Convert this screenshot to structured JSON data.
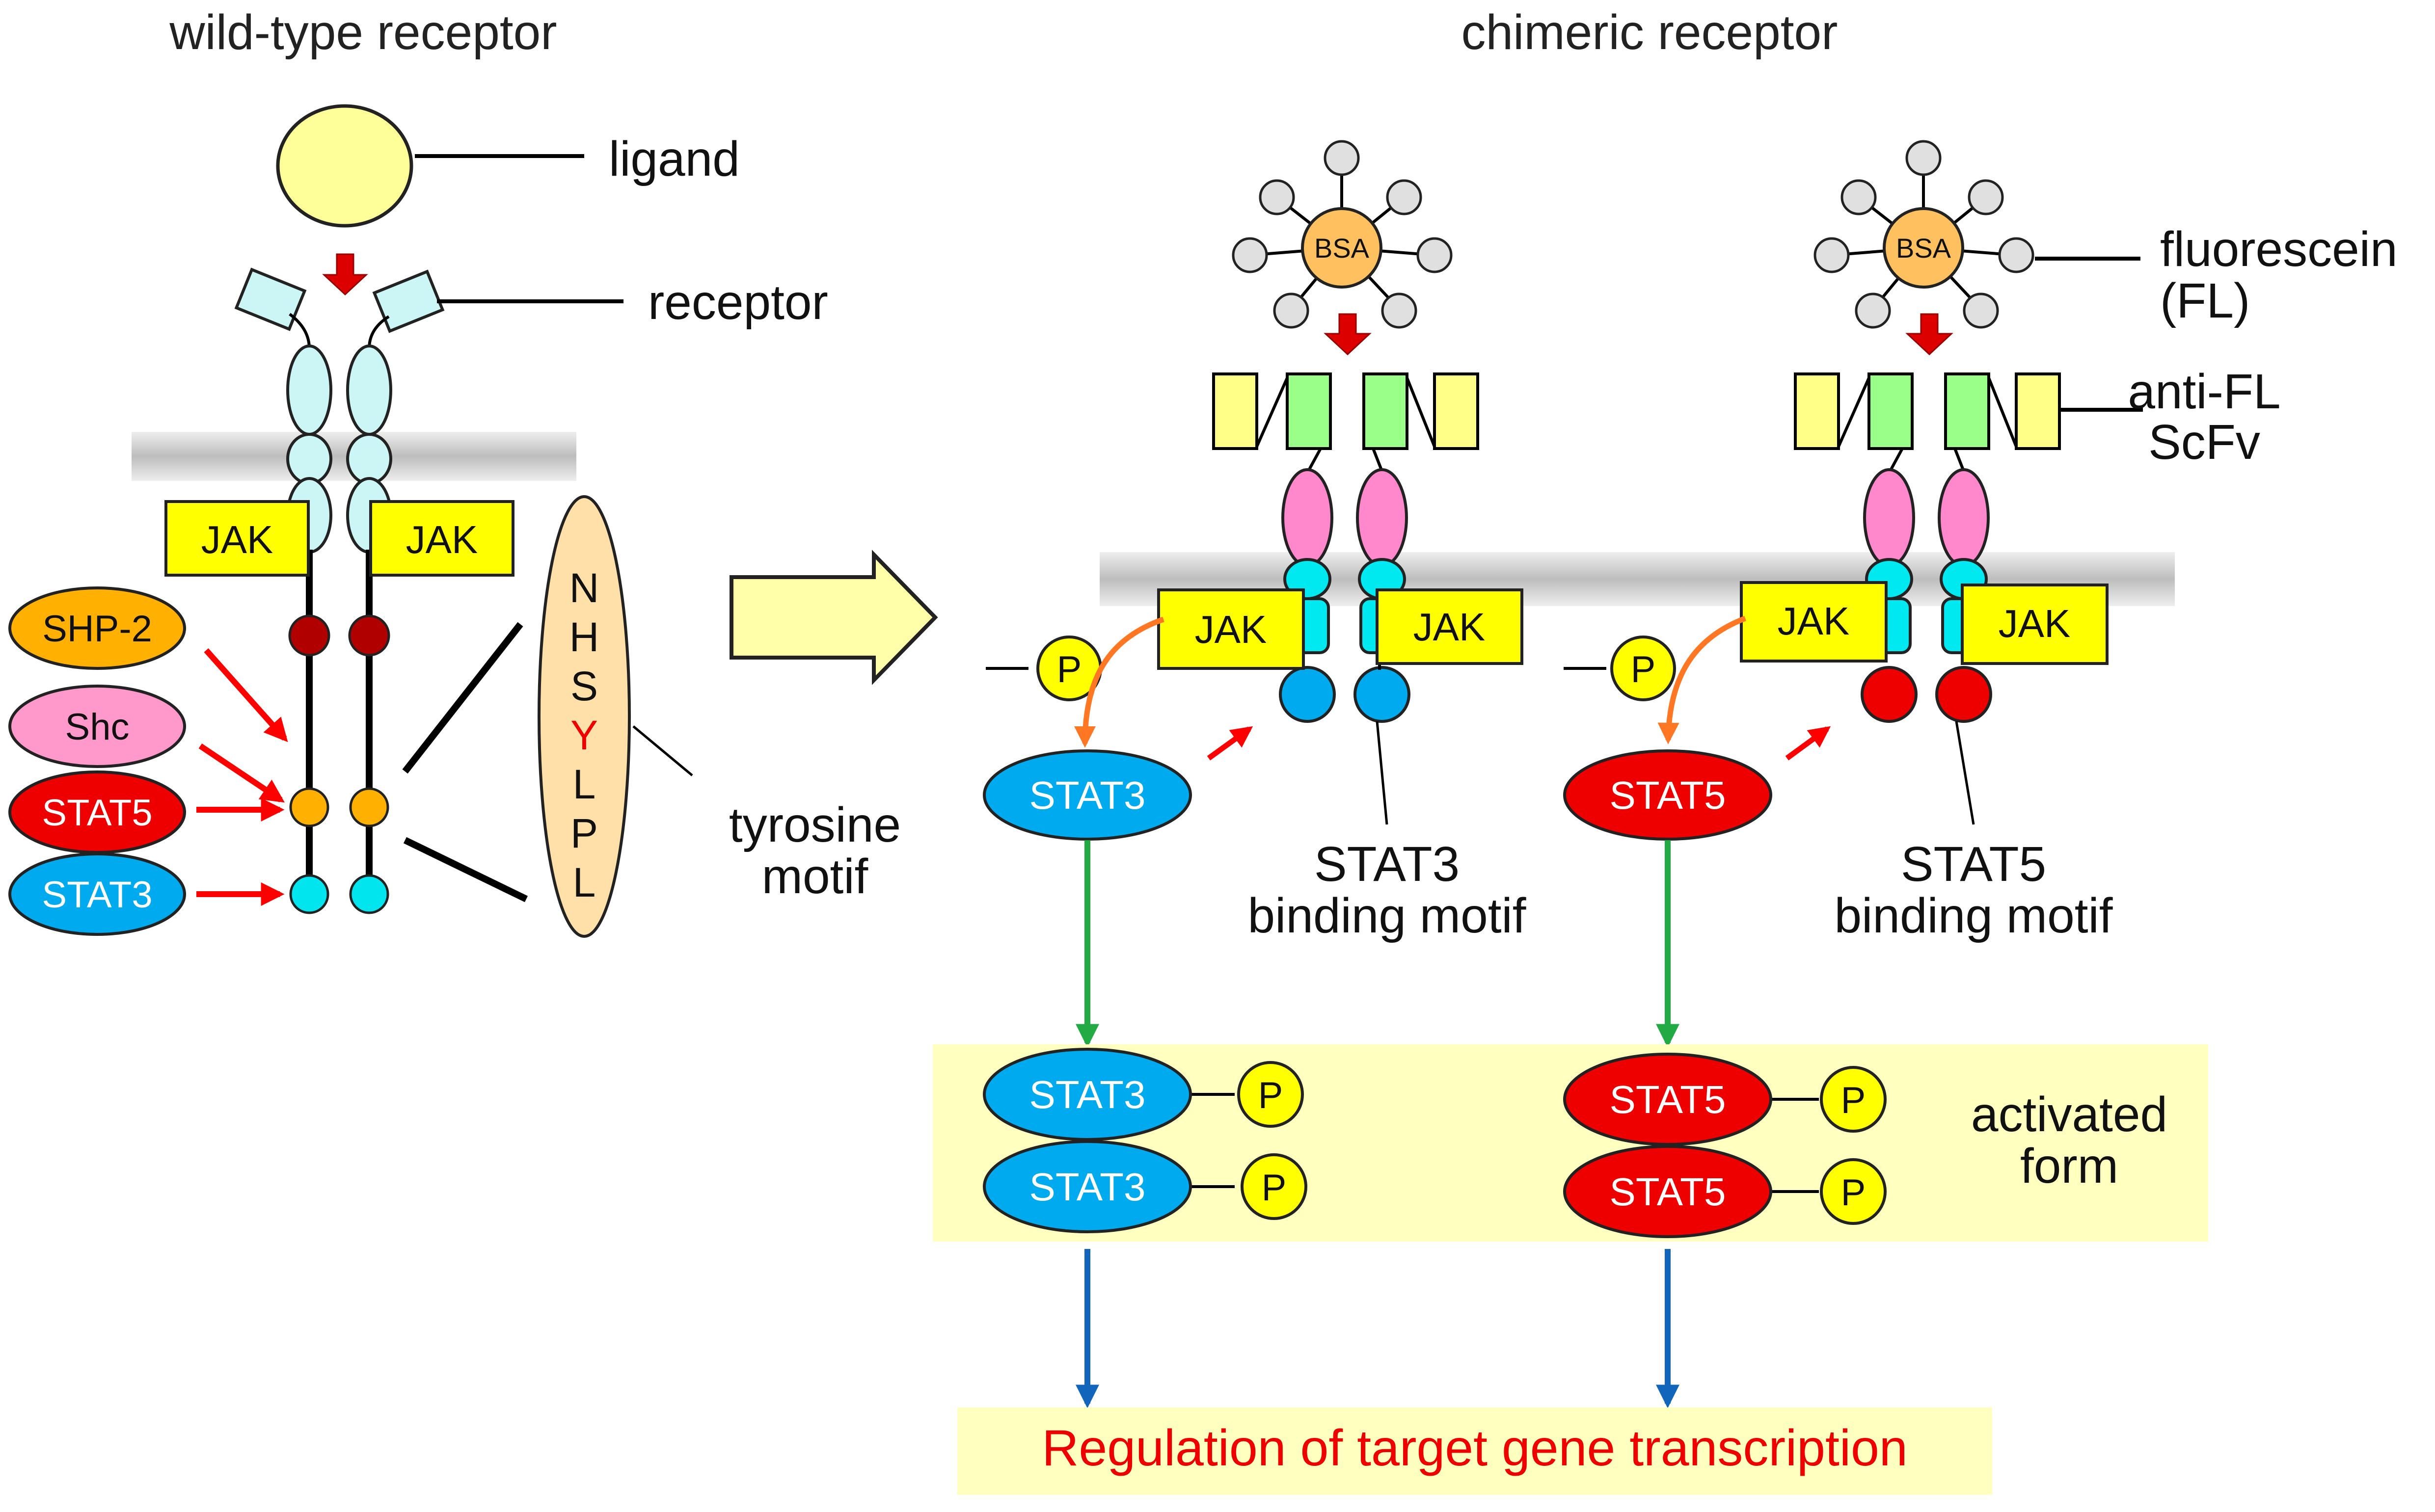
{
  "titles": {
    "wild_type": "wild-type receptor",
    "chimeric": "chimeric receptor"
  },
  "labels": {
    "ligand": "ligand",
    "receptor": "receptor",
    "jak": "JAK",
    "shp2": "SHP-2",
    "shc": "Shc",
    "stat5": "STAT5",
    "stat3": "STAT3",
    "motif_letters": [
      "N",
      "H",
      "S",
      "Y",
      "L",
      "P",
      "L"
    ],
    "tyrosine_1": "tyrosine",
    "tyrosine_2": "motif",
    "bsa": "BSA",
    "fluorescein_1": "fluorescein",
    "fluorescein_2": "(FL)",
    "antifl_1": "anti-FL",
    "antifl_2": "ScFv",
    "p": "P",
    "stat3_binding_1": "STAT3",
    "stat3_binding_2": "binding motif",
    "stat5_binding_1": "STAT5",
    "stat5_binding_2": "binding motif",
    "activated_1": "activated",
    "activated_2": "form",
    "regulation": "Regulation of target gene transcription"
  },
  "colors": {
    "membrane": "#cfcfcf",
    "ligand": "#ffff99",
    "receptor_top": "#ccf5f5",
    "jak": "#ffff00",
    "shp2": "#ffb000",
    "shc": "#ff99cc",
    "stat5": "#ee0000",
    "stat3": "#00aaee",
    "dark_red_dot": "#b00000",
    "orange_dot": "#ffb000",
    "cyan_dot": "#00e5ee",
    "motif_fill": "#ffe0a8",
    "motif_y": "#ee0000",
    "bsa": "#ffc060",
    "scfv_yellow": "#ffff88",
    "scfv_green": "#99ff88",
    "pink_domain": "#ff88cc",
    "cyan_domain": "#00e8f0",
    "p_circle": "#ffff00",
    "band": "#ffffc0",
    "arrow_red": "#ff0000",
    "arrow_orange": "#ff7722",
    "arrow_green": "#22aa44",
    "arrow_blue": "#1166bb",
    "regulation_text": "#ee0000"
  }
}
